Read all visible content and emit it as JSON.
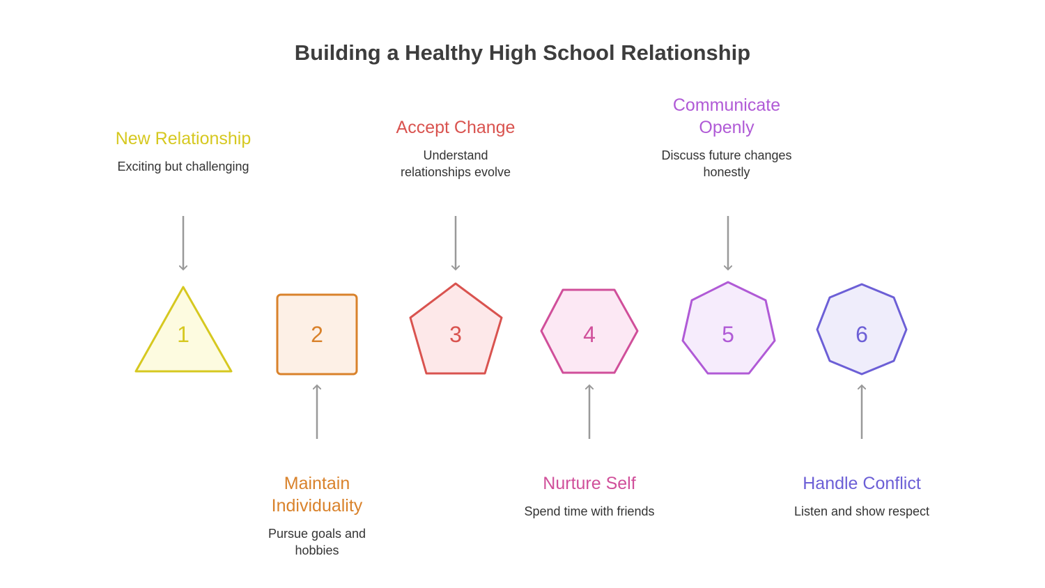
{
  "title": "Building a Healthy High School Relationship",
  "steps": [
    {
      "number": "1",
      "title": "New Relationship",
      "description": "Exciting but challenging",
      "shape": "triangle",
      "color": "#d6c820",
      "fill": "#fdfbe0"
    },
    {
      "number": "2",
      "title": "Maintain Individuality",
      "description": "Pursue goals and hobbies",
      "shape": "square",
      "color": "#d9822b",
      "fill": "#fdf0e6"
    },
    {
      "number": "3",
      "title": "Accept Change",
      "description": "Understand relationships evolve",
      "shape": "pentagon",
      "color": "#d9534f",
      "fill": "#fde8e9"
    },
    {
      "number": "4",
      "title": "Nurture Self",
      "description": "Spend time with friends",
      "shape": "hexagon",
      "color": "#d04f9a",
      "fill": "#fce8f4"
    },
    {
      "number": "5",
      "title": "Communicate Openly",
      "description": "Discuss future changes honestly",
      "shape": "heptagon",
      "color": "#b05ad6",
      "fill": "#f6ecfc"
    },
    {
      "number": "6",
      "title": "Handle Conflict",
      "description": "Listen and show respect",
      "shape": "octagon",
      "color": "#6c5fd6",
      "fill": "#efedfb"
    }
  ]
}
